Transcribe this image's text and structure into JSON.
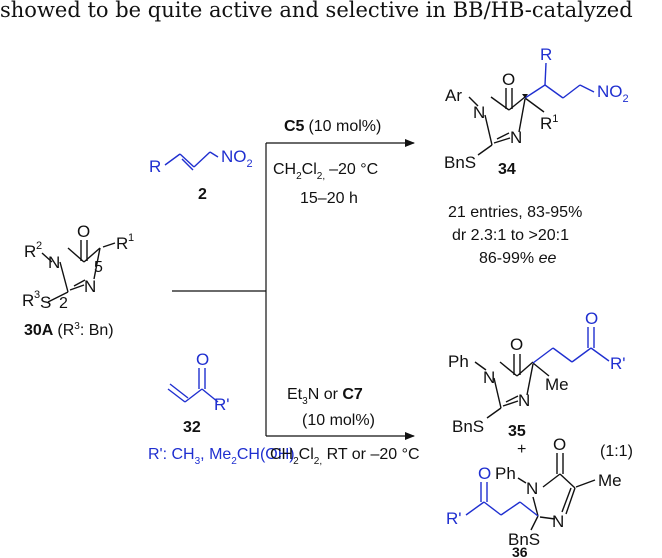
{
  "header_text": "showed to be quite active and selective in BB/HB-catalyzed",
  "start": {
    "label_num": "30A",
    "label_sub": "(R",
    "label_sub2": "3",
    "label_sub3": ": Bn)",
    "atoms": {
      "O": "O",
      "N1": "N",
      "N2": "N",
      "S": "S",
      "R1": "R",
      "R1sup": "1",
      "R2": "R",
      "R2sup": "2",
      "R3": "R",
      "R3sup": "3",
      "pos5": "5",
      "pos2": "2"
    }
  },
  "top_reagent": {
    "label": "2",
    "R": "R",
    "NO2": "NO",
    "NO2sub": "2"
  },
  "top_conditions": {
    "catalyst": "C5",
    "loading": "(10 mol%)",
    "solvent_a": "CH",
    "solvent_b": "2",
    "solvent_c": "Cl",
    "solvent_d": "2,",
    "temperature": "–20 °C",
    "time": "15–20 h"
  },
  "product_34": {
    "label": "34",
    "atoms": {
      "Ar": "Ar",
      "N1": "N",
      "N2": "N",
      "O": "O",
      "R": "R",
      "R1": "R",
      "R1sup": "1",
      "NO2": "NO",
      "NO2sub": "2",
      "BnS": "BnS"
    },
    "results": {
      "entries": "21 entries, 83-95%",
      "dr": "dr 2.3:1 to >20:1",
      "ee_value": "86-99% ",
      "ee_unit": "ee"
    }
  },
  "bottom_reagent": {
    "label": "32",
    "O": "O",
    "Rp": "R'",
    "rprime_def": "R': CH",
    "rprime_sub": "3",
    "rprime_rest": ", Me",
    "rprime_sub2": "2",
    "rprime_end": "CH(OH)"
  },
  "bottom_conditions": {
    "base": "Et",
    "base_sub": "3",
    "base_rest": "N or ",
    "catalyst": "C7",
    "loading": "(10 mol%)",
    "solvent_a": "CH",
    "solvent_b": "2",
    "solvent_c": "Cl",
    "solvent_d": "2,",
    "conditions": " RT or –20 °C"
  },
  "product_35": {
    "label": "35",
    "atoms": {
      "Ph": "Ph",
      "N1": "N",
      "N2": "N",
      "O": "O",
      "O2": "O",
      "Rp": "R'",
      "Me": "Me",
      "BnS": "BnS"
    }
  },
  "plus": "+",
  "ratio": "(1:1)",
  "product_36": {
    "label": "36",
    "atoms": {
      "Ph": "Ph",
      "N1": "N",
      "N2": "N",
      "O": "O",
      "O2": "O",
      "Rp": "R'",
      "Me": "Me",
      "BnS": "BnS"
    }
  }
}
